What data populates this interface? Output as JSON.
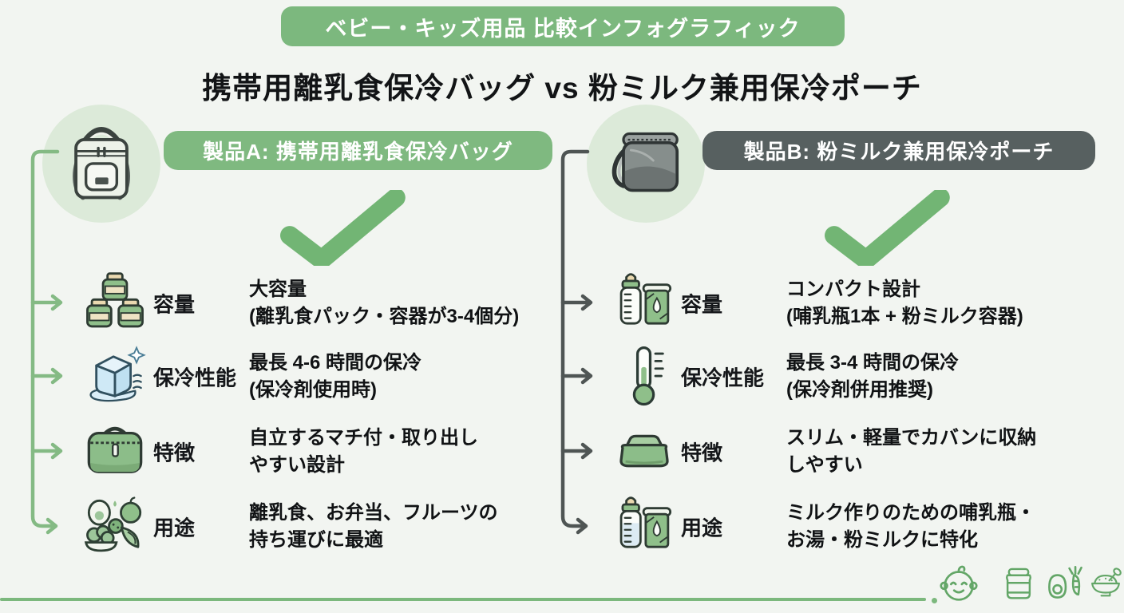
{
  "banner": {
    "label": "ベビー・キッズ用品 比較インフォグラフィック"
  },
  "title": "携帯用離乳食保冷バッグ vs 粉ミルク兼用保冷ポーチ",
  "colors": {
    "banner_green": "#7cb87e",
    "header_a_green": "#7fb980",
    "header_b_gray": "#576060",
    "check_green": "#72b574",
    "bracket_a_green": "#84ba84",
    "bracket_b_gray": "#4f5554",
    "circle_light_green": "#dcead9",
    "footer_icon_green": "#63a667",
    "bottom_line_green": "#7cb87d",
    "background": "#f2f5f1",
    "text_dark": "#131517"
  },
  "products": [
    {
      "id": "A",
      "header": "製品A: 携帯用離乳食保冷バッグ",
      "product_icon": "cooler-bag-icon",
      "rows": [
        {
          "icon": "baby-food-jars-icon",
          "label": "容量",
          "line1": "大容量",
          "line2": "(離乳食パック・容器が3-4個分)"
        },
        {
          "icon": "ice-cube-icon",
          "label": "保冷性能",
          "line1": "最長 4-6 時間の保冷",
          "line2": "(保冷剤使用時)"
        },
        {
          "icon": "gusset-pouch-icon",
          "label": "特徴",
          "line1": "自立するマチ付・取り出し",
          "line2": "やすい設計"
        },
        {
          "icon": "baby-foods-icon",
          "label": "用途",
          "line1": "離乳食、お弁当、フルーツの",
          "line2": "持ち運びに最適"
        }
      ]
    },
    {
      "id": "B",
      "header": "製品B: 粉ミルク兼用保冷ポーチ",
      "product_icon": "gray-pouch-icon",
      "rows": [
        {
          "icon": "bottle-container-icon",
          "label": "容量",
          "line1": "コンパクト設計",
          "line2": "(哺乳瓶1本 + 粉ミルク容器)"
        },
        {
          "icon": "thermometer-icon",
          "label": "保冷性能",
          "line1": "最長 3-4 時間の保冷",
          "line2": "(保冷剤併用推奨)"
        },
        {
          "icon": "slim-pouch-icon",
          "label": "特徴",
          "line1": "スリム・軽量でカバンに収納",
          "line2": "しやすい"
        },
        {
          "icon": "bottle-milk-icon",
          "label": "用途",
          "line1": "ミルク作りのための哺乳瓶・",
          "line2": "お湯・粉ミルクに特化"
        }
      ]
    }
  ],
  "footer_icons": [
    "baby-face-icon",
    "baby-food-jar-icon",
    "avocado-carrot-icon",
    "rice-bowl-icon"
  ]
}
